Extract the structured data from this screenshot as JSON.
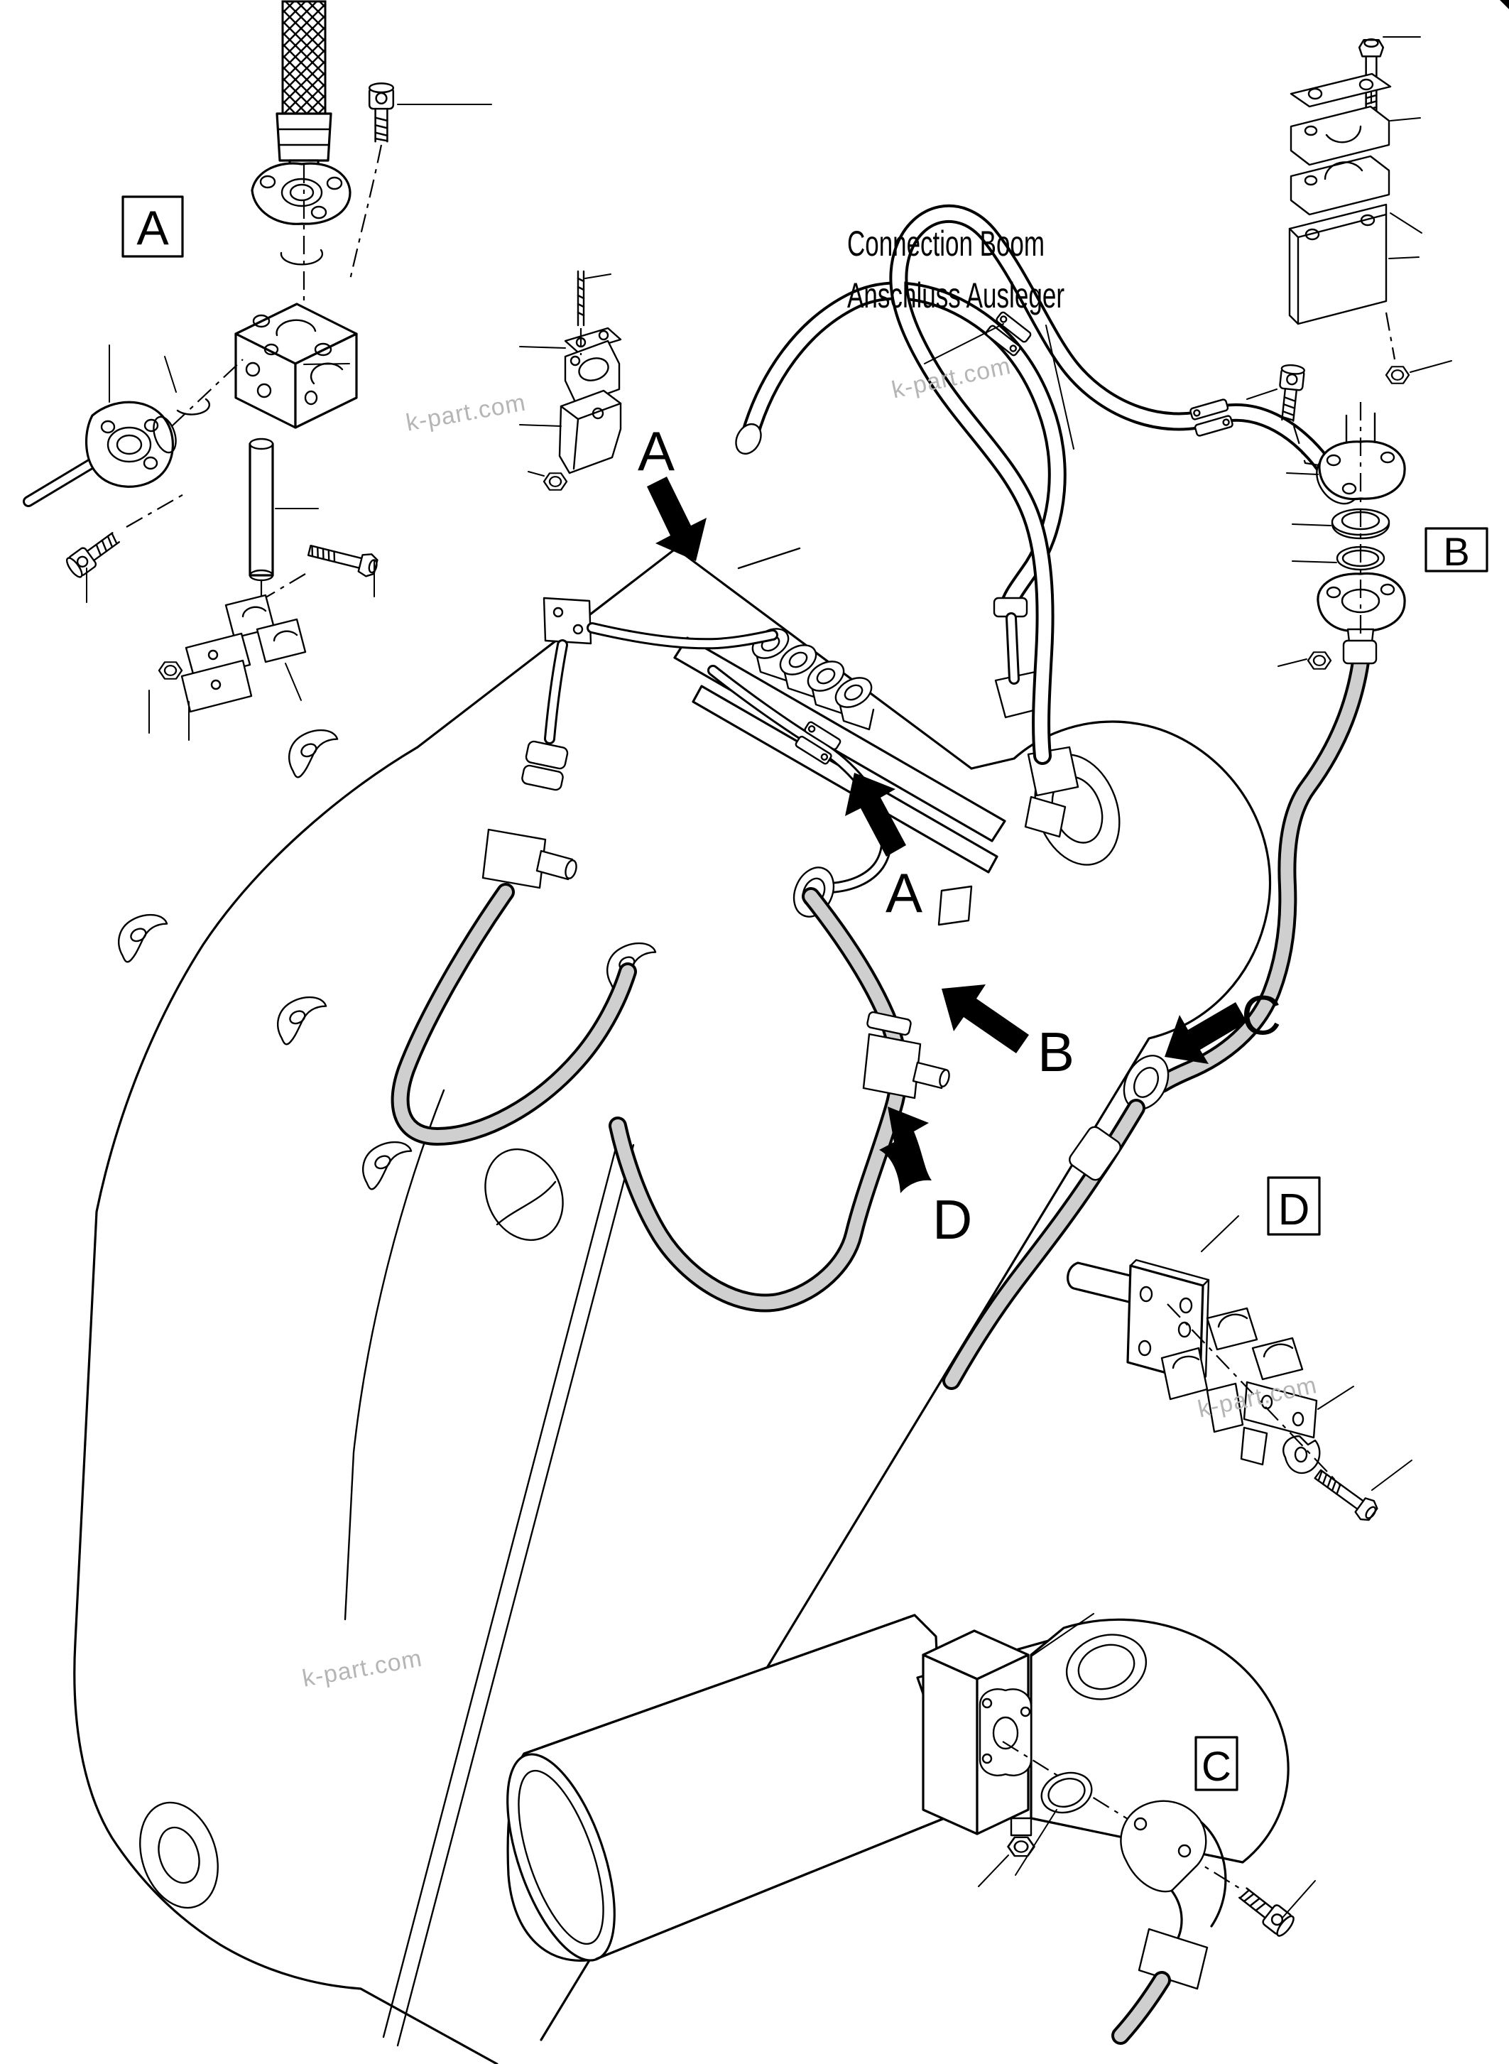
{
  "title": {
    "line1": "Connection Boom",
    "line2": "Anschluss Ausleger"
  },
  "section_boxes": {
    "a": "A",
    "b": "B",
    "c": "C",
    "d": "D"
  },
  "arrow_labels": {
    "a1": "A",
    "a2": "A",
    "b": "B",
    "c": "C",
    "d": "D"
  },
  "watermark": {
    "text": "k-part.com",
    "color": "#b5b5b5",
    "visible_instances": 4
  },
  "drawing": {
    "type": "exploded-parts-diagram",
    "subject": "excavator boom hydraulic piping",
    "line_color": "#000000",
    "background": "#ffffff"
  }
}
